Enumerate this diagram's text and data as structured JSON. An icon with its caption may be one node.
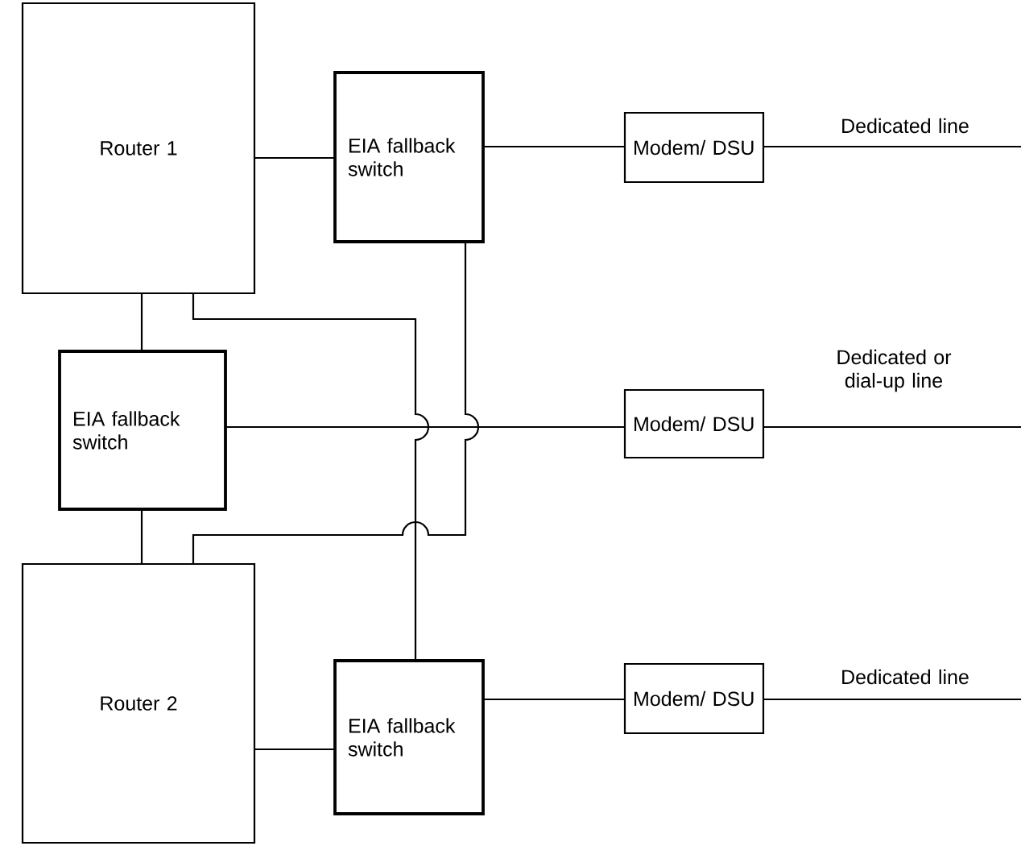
{
  "diagram": {
    "nodes": [
      {
        "text": [
          "Router 1"
        ]
      },
      {
        "text": [
          "EIA fallback switch"
        ]
      },
      {
        "text": [
          "Modem/ DSU"
        ]
      },
      {
        "text": [
          "EIA fallback switch"
        ]
      },
      {
        "text": [
          "Modem/ DSU"
        ]
      },
      {
        "text": [
          "Router 2"
        ]
      },
      {
        "text": [
          "EIA fallback switch"
        ]
      },
      {
        "text": [
          "Modem/ DSU"
        ]
      }
    ],
    "edges": [
      {
        "from": 0,
        "to": 1,
        "arrow": "none"
      },
      {
        "from": 1,
        "to": 2,
        "arrow": "none"
      },
      {
        "from": 2,
        "to": null,
        "arrow": "none",
        "label": "Dedicated line"
      },
      {
        "from": 0,
        "to": 3,
        "arrow": "none"
      },
      {
        "from": 3,
        "to": 5,
        "arrow": "none"
      },
      {
        "from": 3,
        "to": 4,
        "arrow": "none"
      },
      {
        "from": 4,
        "to": null,
        "arrow": "none",
        "label": "Dedicated or dial-up line"
      },
      {
        "from": 0,
        "to": 6,
        "arrow": "none"
      },
      {
        "from": 1,
        "to": 5,
        "arrow": "none"
      },
      {
        "from": 5,
        "to": 6,
        "arrow": "none"
      },
      {
        "from": 6,
        "to": 7,
        "arrow": "none"
      },
      {
        "from": 7,
        "to": null,
        "arrow": "none",
        "label": "Dedicated line"
      }
    ]
  }
}
